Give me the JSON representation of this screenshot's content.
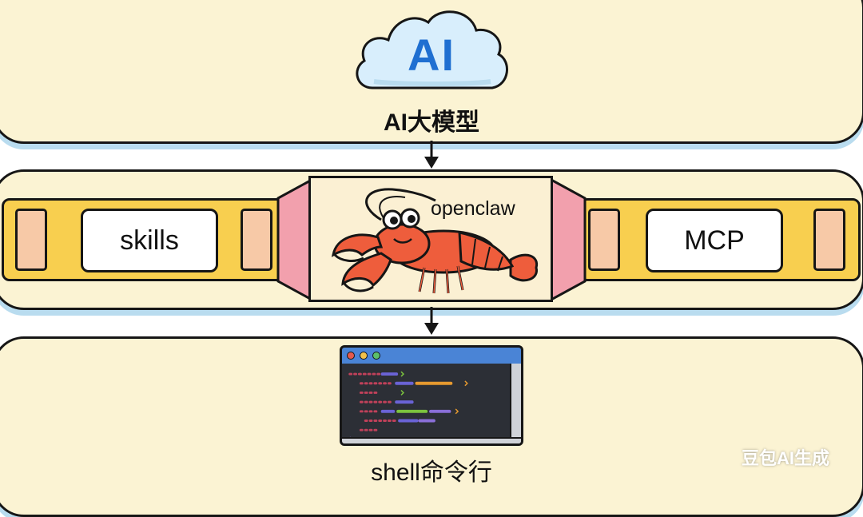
{
  "top": {
    "title": "AI",
    "label": "AI大模型"
  },
  "middle": {
    "center_label": "openclaw",
    "left_card": "skills",
    "right_card": "MCP"
  },
  "bottom": {
    "label": "shell命令行"
  },
  "watermark": "豆包AI生成",
  "colors": {
    "layer_bg": "#fbf3d3",
    "band": "#f8cf4f",
    "slot": "#f7c9a7",
    "connector": "#f2a0ad",
    "cloud": "#d8eefc",
    "ai_text": "#1f6fd1",
    "lobster": "#ee5d3c",
    "terminal_title": "#4a84d6"
  },
  "icons": [
    "cloud-icon",
    "lobster-icon",
    "terminal-icon",
    "arrow-down-icon"
  ]
}
